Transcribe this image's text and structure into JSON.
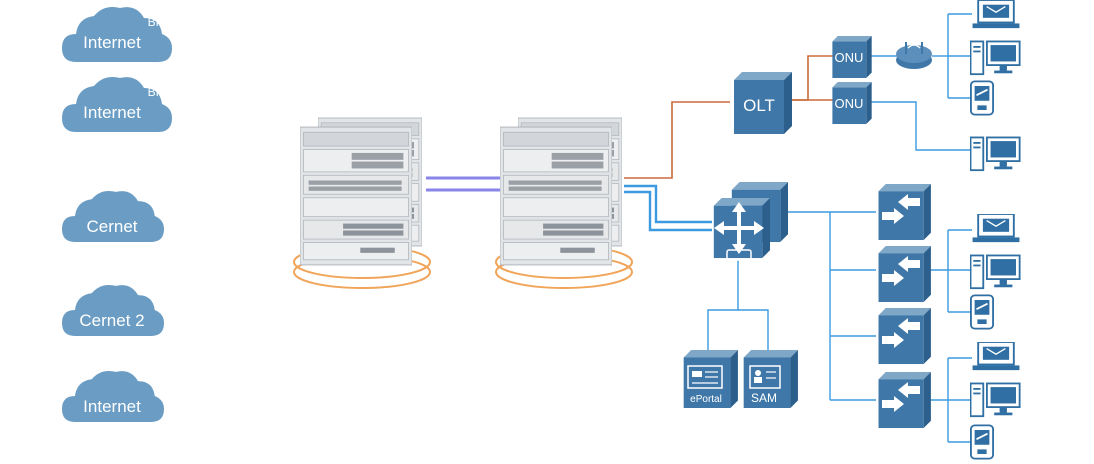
{
  "clouds": [
    {
      "label": "Internet",
      "badge": "BRAS"
    },
    {
      "label": "Internet",
      "badge": "BRAS"
    },
    {
      "label": "Cernet",
      "badge": ""
    },
    {
      "label": "Cernet 2",
      "badge": ""
    },
    {
      "label": "Internet",
      "badge": ""
    }
  ],
  "nodes": {
    "olt": "OLT",
    "onu_top": "ONU",
    "onu_bottom": "ONU",
    "eportal": "ePortal",
    "sam": "SAM"
  },
  "colors": {
    "cloud": "#6a9cc4",
    "device": "#3f78a8",
    "fiber": "#cc6a3a",
    "ethernet": "#3b9ae0",
    "trunk": "#8a86e8",
    "ring": "#f0a55a",
    "screen": "#2f6fa3"
  }
}
